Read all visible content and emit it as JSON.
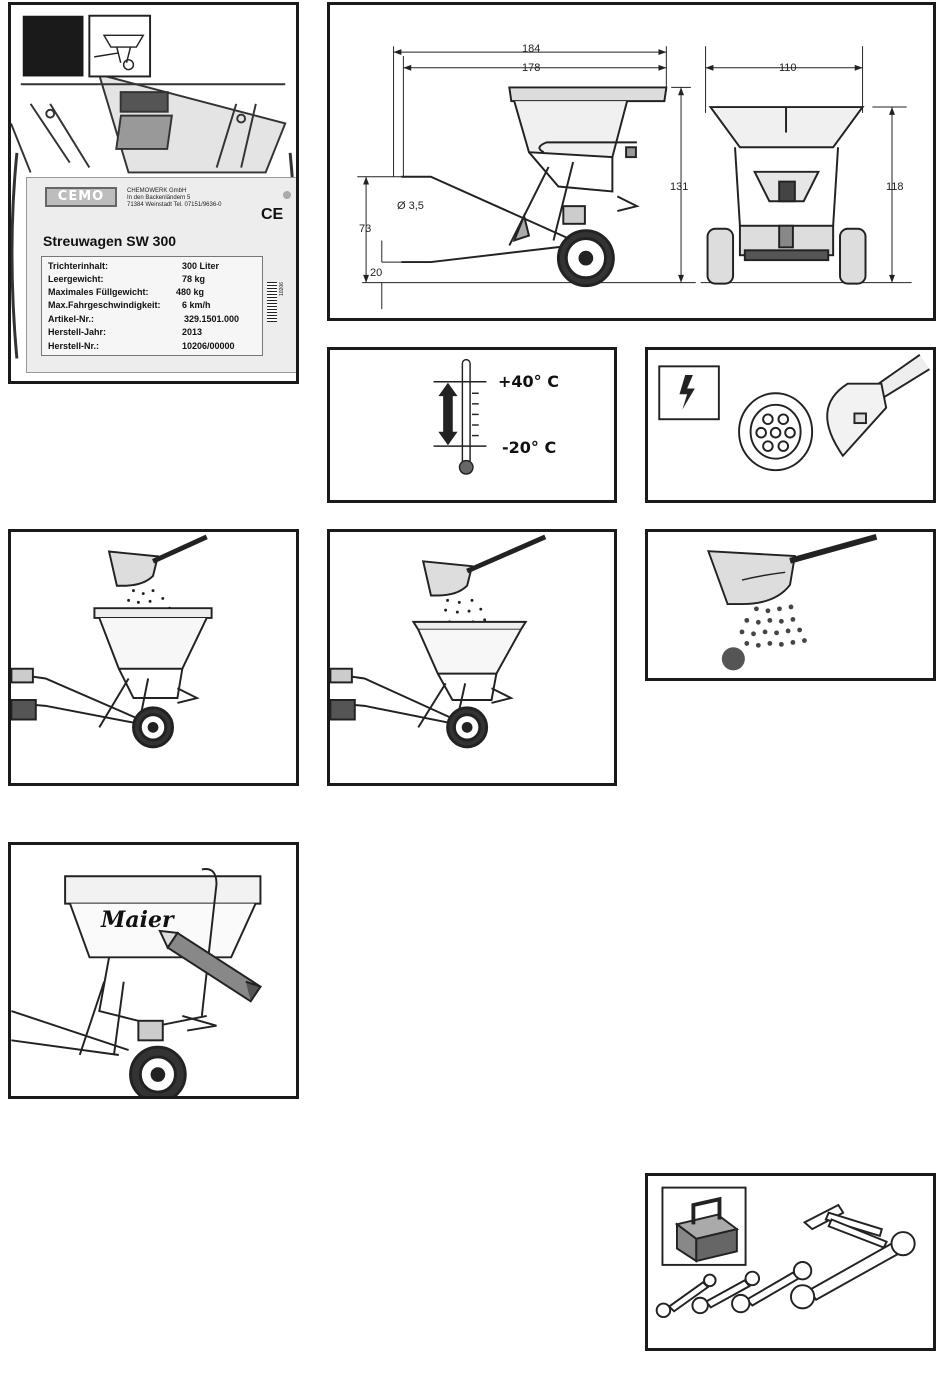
{
  "nameplate": {
    "brand": "CEMO",
    "address_line1": "CHEMOWERK GmbH",
    "address_line2": "In den Backenländern 5",
    "address_line3": "71384 Weinstadt Tel. 07151/9636-0",
    "ce_mark": "CE",
    "model": "Streuwagen SW 300",
    "rows": [
      {
        "label": "Trichterinhalt:",
        "value": "300 Liter"
      },
      {
        "label": "Leergewicht:",
        "value": "78 kg"
      },
      {
        "label": "Maximales Füllgewicht:",
        "value": "480 kg"
      },
      {
        "label": "Max.Fahrgeschwindigkeit:",
        "value": "6 km/h"
      },
      {
        "label": "Artikel-Nr.:",
        "value": "329.1501.000"
      },
      {
        "label": "Herstell-Jahr:",
        "value": "2013"
      },
      {
        "label": "Herstell-Nr.:",
        "value": "10206/00000"
      }
    ],
    "barcode_number": "10206"
  },
  "dimensions": {
    "width_overall": "184",
    "width_inner": "178",
    "depth": "110",
    "height_side": "131",
    "height_rear": "118",
    "hitch_height": "73",
    "ground_clearance": "20",
    "pin_diameter": "Ø 3,5"
  },
  "temperature": {
    "max": "+40° C",
    "min": "-20° C"
  },
  "marker_label": "Maier",
  "icons": {
    "hazard": "lightning-bolt-icon",
    "plug": "trailer-plug-icon",
    "toolbox": "toolbox-icon"
  }
}
